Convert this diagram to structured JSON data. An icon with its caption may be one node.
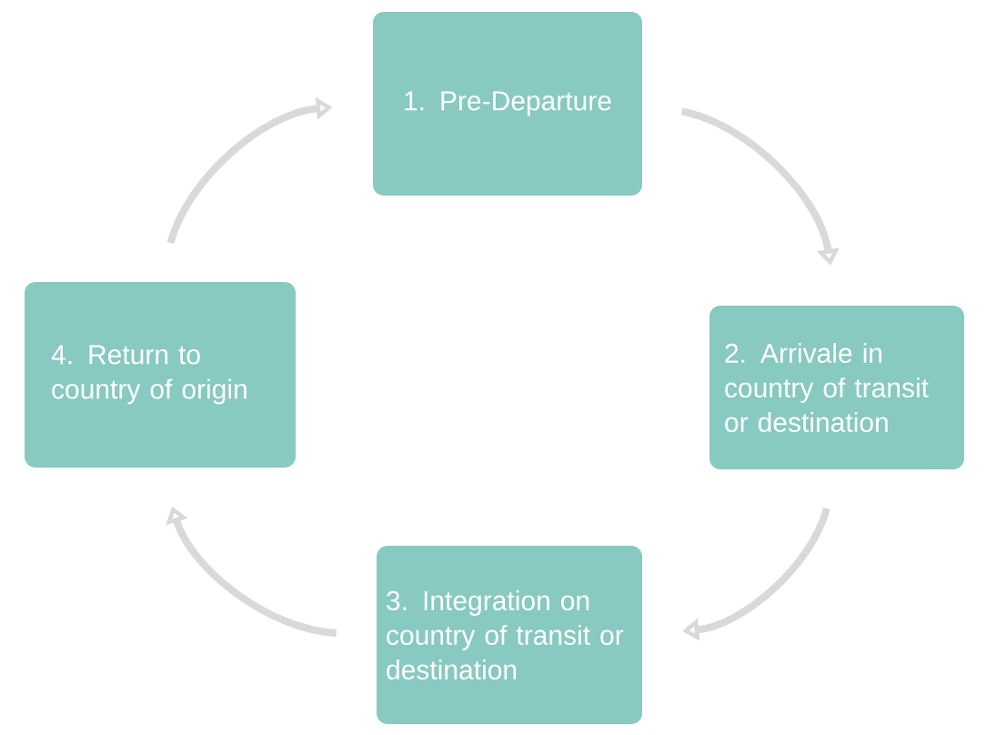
{
  "diagram": {
    "nodes": [
      {
        "text": [
          "1. Pre-Departure"
        ]
      },
      {
        "text": [
          "2. Arrivale in country of transit or destination"
        ]
      },
      {
        "text": [
          "3. Integration on country of transit or destination"
        ]
      },
      {
        "text": [
          "4. Return to country of origin"
        ]
      }
    ],
    "edges": [
      {
        "from": 0,
        "to": 1,
        "arrow": "to"
      },
      {
        "from": 1,
        "to": 2,
        "arrow": "to"
      },
      {
        "from": 2,
        "to": 3,
        "arrow": "to"
      },
      {
        "from": 3,
        "to": 0,
        "arrow": "to"
      }
    ]
  }
}
